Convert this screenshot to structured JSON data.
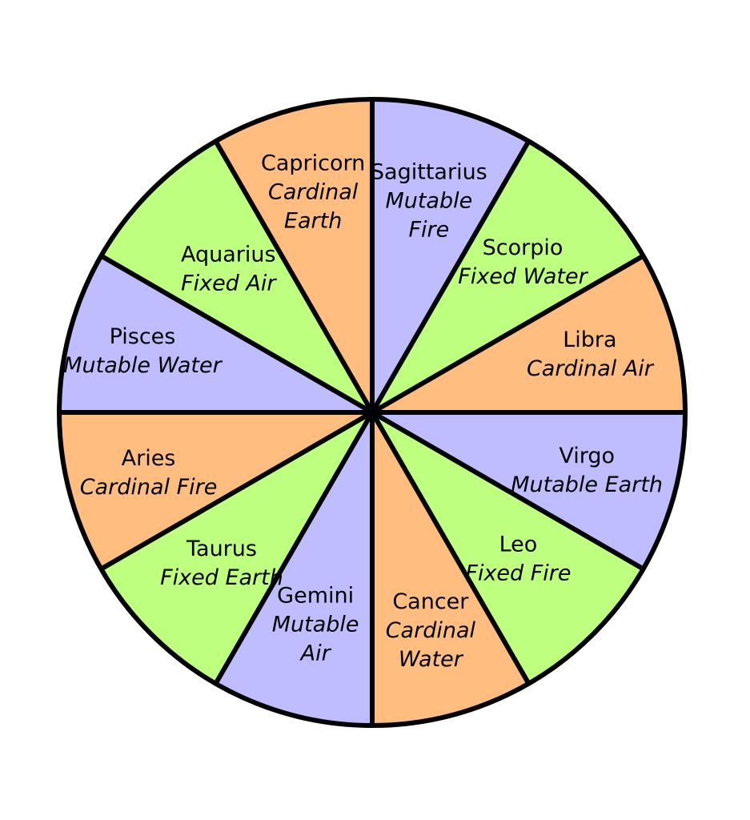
{
  "colors": {
    "cardinal": "#ffbd80",
    "fixed": "#bfff80",
    "mutable": "#bfbdff",
    "outline": "#000000",
    "background": "#ffffff"
  },
  "signs": [
    {
      "name": "Sagittarius",
      "lines": [
        "Mutable",
        "Fire"
      ],
      "modality": "mutable"
    },
    {
      "name": "Scorpio",
      "lines": [
        "Fixed Water"
      ],
      "modality": "fixed"
    },
    {
      "name": "Libra",
      "lines": [
        "Cardinal Air"
      ],
      "modality": "cardinal"
    },
    {
      "name": "Virgo",
      "lines": [
        "Mutable Earth"
      ],
      "modality": "mutable"
    },
    {
      "name": "Leo",
      "lines": [
        "Fixed Fire"
      ],
      "modality": "fixed"
    },
    {
      "name": "Cancer",
      "lines": [
        "Cardinal",
        "Water"
      ],
      "modality": "cardinal"
    },
    {
      "name": "Gemini",
      "lines": [
        "Mutable",
        "Air"
      ],
      "modality": "mutable"
    },
    {
      "name": "Taurus",
      "lines": [
        "Fixed Earth"
      ],
      "modality": "fixed"
    },
    {
      "name": "Aries",
      "lines": [
        "Cardinal Fire"
      ],
      "modality": "cardinal"
    },
    {
      "name": "Pisces",
      "lines": [
        "Mutable Water"
      ],
      "modality": "mutable"
    },
    {
      "name": "Aquarius",
      "lines": [
        "Fixed Air"
      ],
      "modality": "fixed"
    },
    {
      "name": "Capricorn",
      "lines": [
        "Cardinal",
        "Earth"
      ],
      "modality": "cardinal"
    }
  ]
}
